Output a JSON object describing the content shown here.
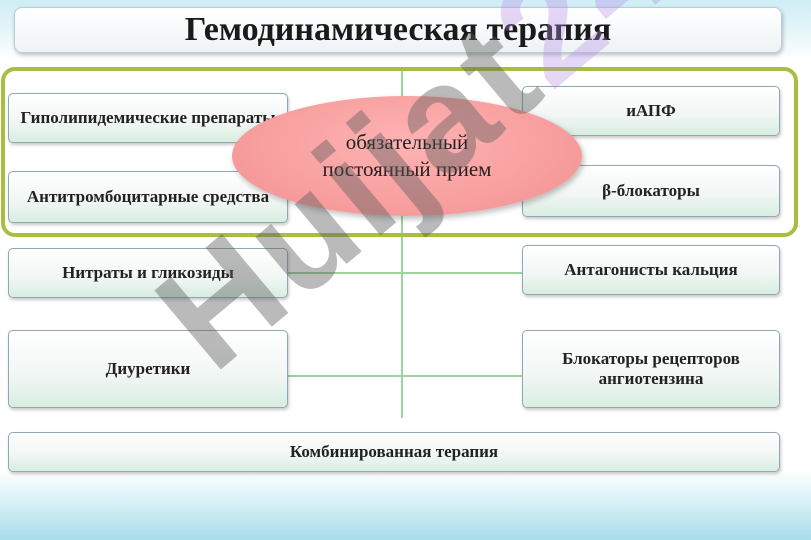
{
  "title": "Гемодинамическая терапия",
  "center_label": "обязательный постоянный прием",
  "left_boxes": [
    "Гиполипидемические препараты",
    "Антитромбоцитарные средства",
    "Нитраты и гликозиды",
    "Диуретики"
  ],
  "right_boxes": [
    "иАПФ",
    "β-блокаторы",
    "Антагонисты кальция",
    "Блокаторы рецепторов ангиотензина"
  ],
  "bottom_box": "Комбинированная терапия",
  "watermark": {
    "dark": "Huijat",
    "light": "24"
  }
}
